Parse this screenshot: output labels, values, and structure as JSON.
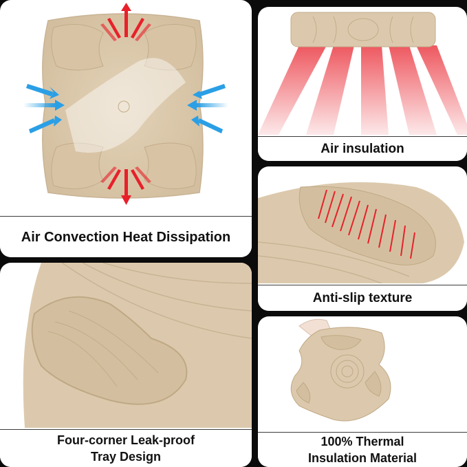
{
  "panels": [
    {
      "caption": "Air Convection Heat Dissipation"
    },
    {
      "caption": "Air insulation"
    },
    {
      "caption": "Anti-slip texture"
    },
    {
      "caption": "Four-corner Leak-proof\nTray Design"
    },
    {
      "caption": "100% Thermal\nInsulation Material"
    }
  ],
  "colors": {
    "background": "#0b0b0b",
    "panel": "#ffffff",
    "cushion": "#dcc9ad",
    "cushion_shade": "#c8b394",
    "heat_red": "#e8202a",
    "cool_blue": "#2a9fe6"
  },
  "icons": [
    "red-heat-arrows",
    "blue-air-arrows",
    "red-infrared-beams",
    "red-slip-grooves"
  ]
}
